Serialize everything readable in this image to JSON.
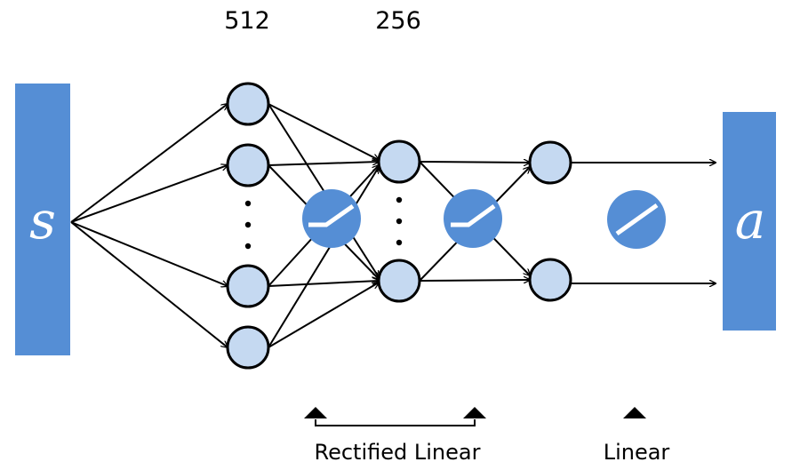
{
  "layer_sizes": {
    "hidden1": "512",
    "hidden2": "256"
  },
  "input": {
    "symbol": "s"
  },
  "output": {
    "symbol": "a"
  },
  "activation_labels": {
    "rectified": "Rectified Linear",
    "linear": "Linear"
  },
  "colors": {
    "blue": "#558ed5",
    "node_fill": "#c5d9f1",
    "edge": "#000000"
  }
}
